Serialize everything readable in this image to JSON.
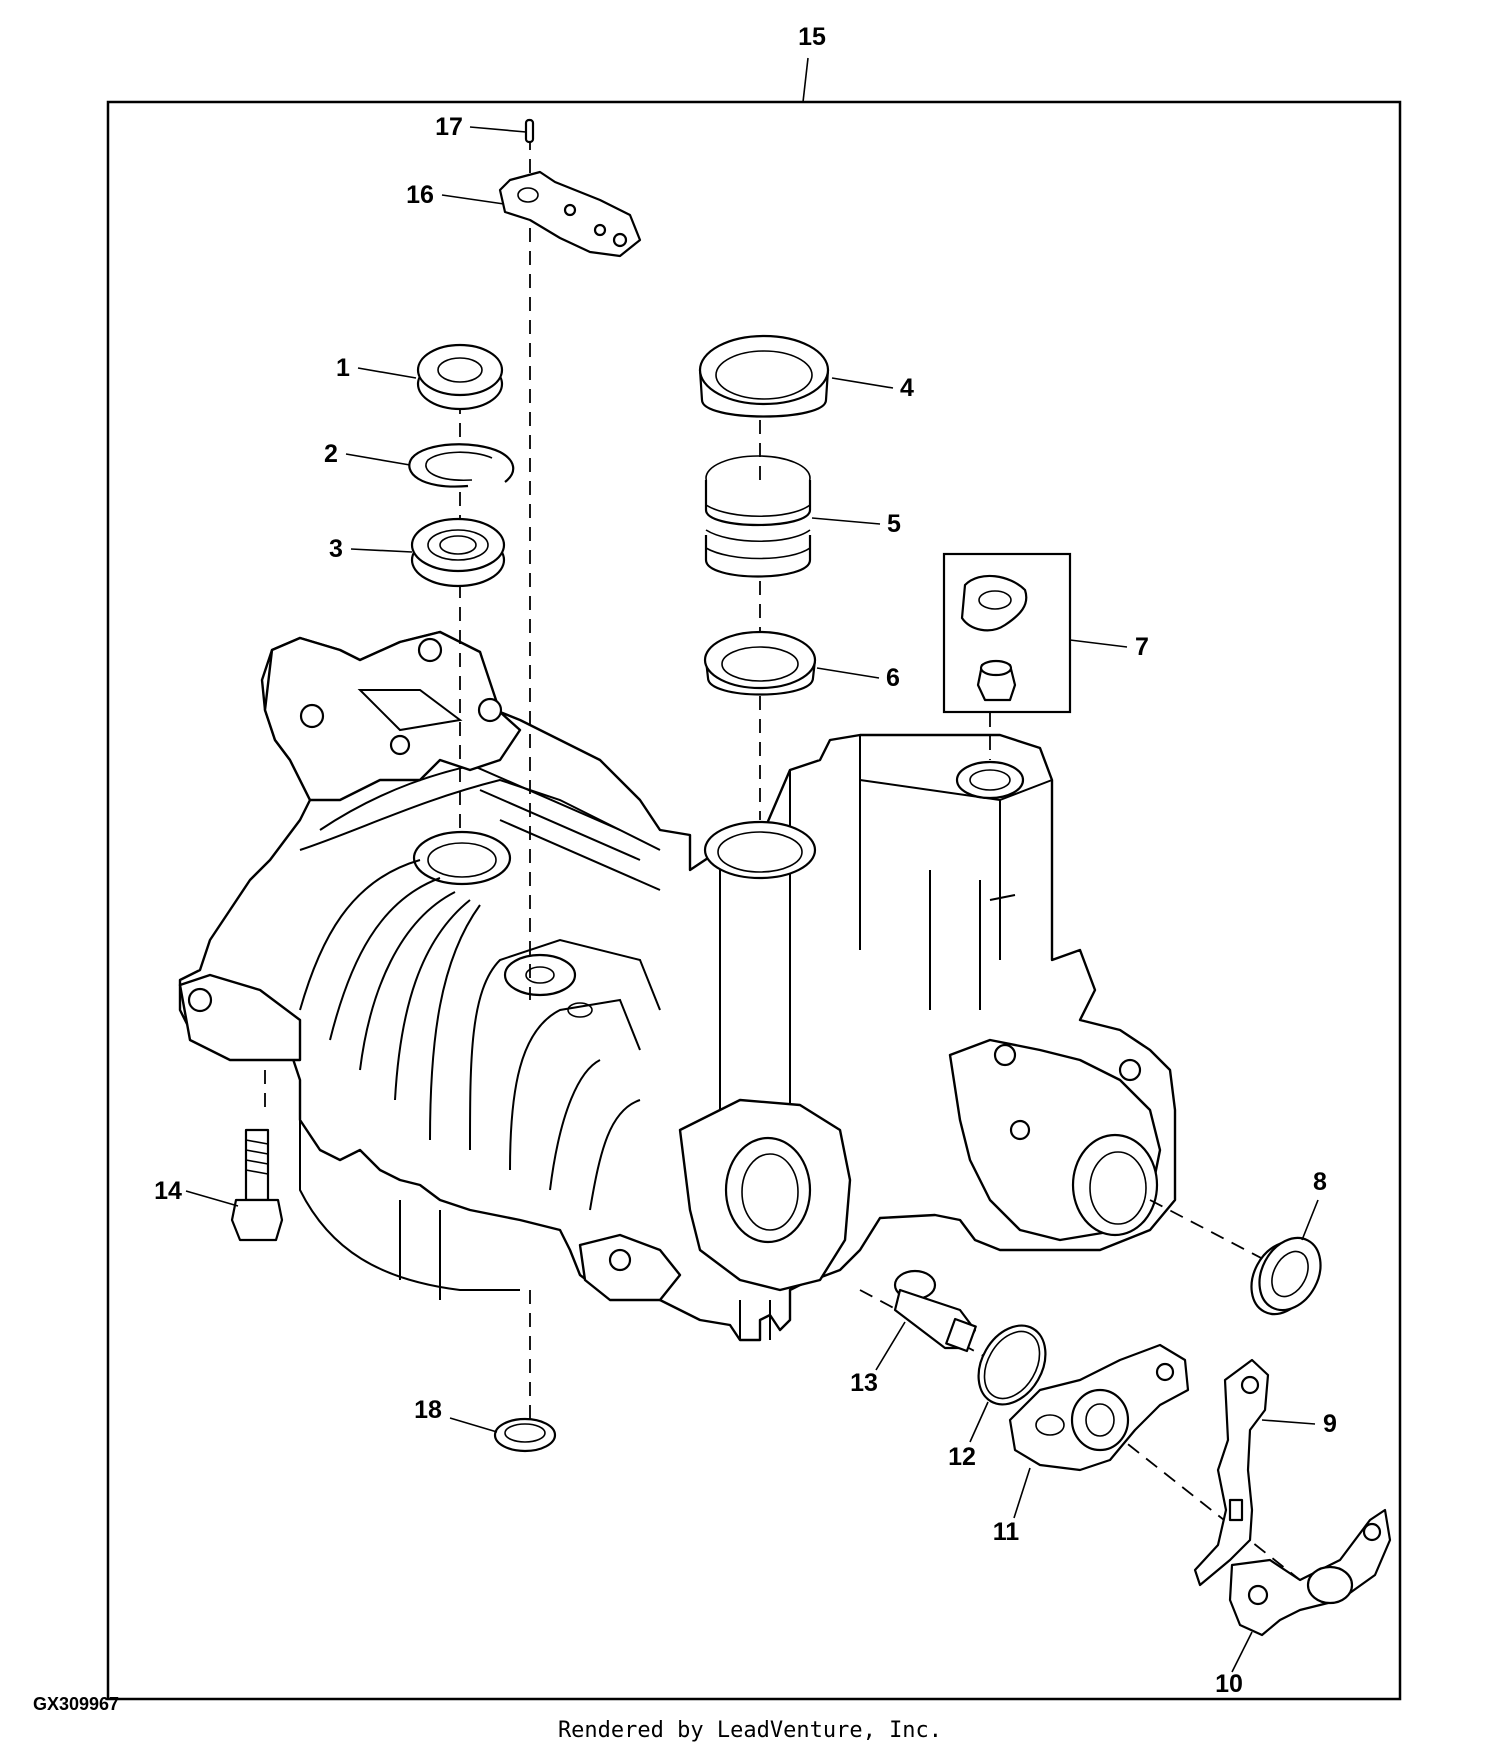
{
  "diagram": {
    "assembly_callout": "15",
    "callouts": [
      {
        "id": "c1",
        "label": "1"
      },
      {
        "id": "c2",
        "label": "2"
      },
      {
        "id": "c3",
        "label": "3"
      },
      {
        "id": "c4",
        "label": "4"
      },
      {
        "id": "c5",
        "label": "5"
      },
      {
        "id": "c6",
        "label": "6"
      },
      {
        "id": "c7",
        "label": "7"
      },
      {
        "id": "c8",
        "label": "8"
      },
      {
        "id": "c9",
        "label": "9"
      },
      {
        "id": "c10",
        "label": "10"
      },
      {
        "id": "c11",
        "label": "11"
      },
      {
        "id": "c12",
        "label": "12"
      },
      {
        "id": "c13",
        "label": "13"
      },
      {
        "id": "c14",
        "label": "14"
      },
      {
        "id": "c16",
        "label": "16"
      },
      {
        "id": "c17",
        "label": "17"
      },
      {
        "id": "c18",
        "label": "18"
      }
    ]
  },
  "diagram_id": "GX309967",
  "footer": "Rendered by LeadVenture, Inc."
}
